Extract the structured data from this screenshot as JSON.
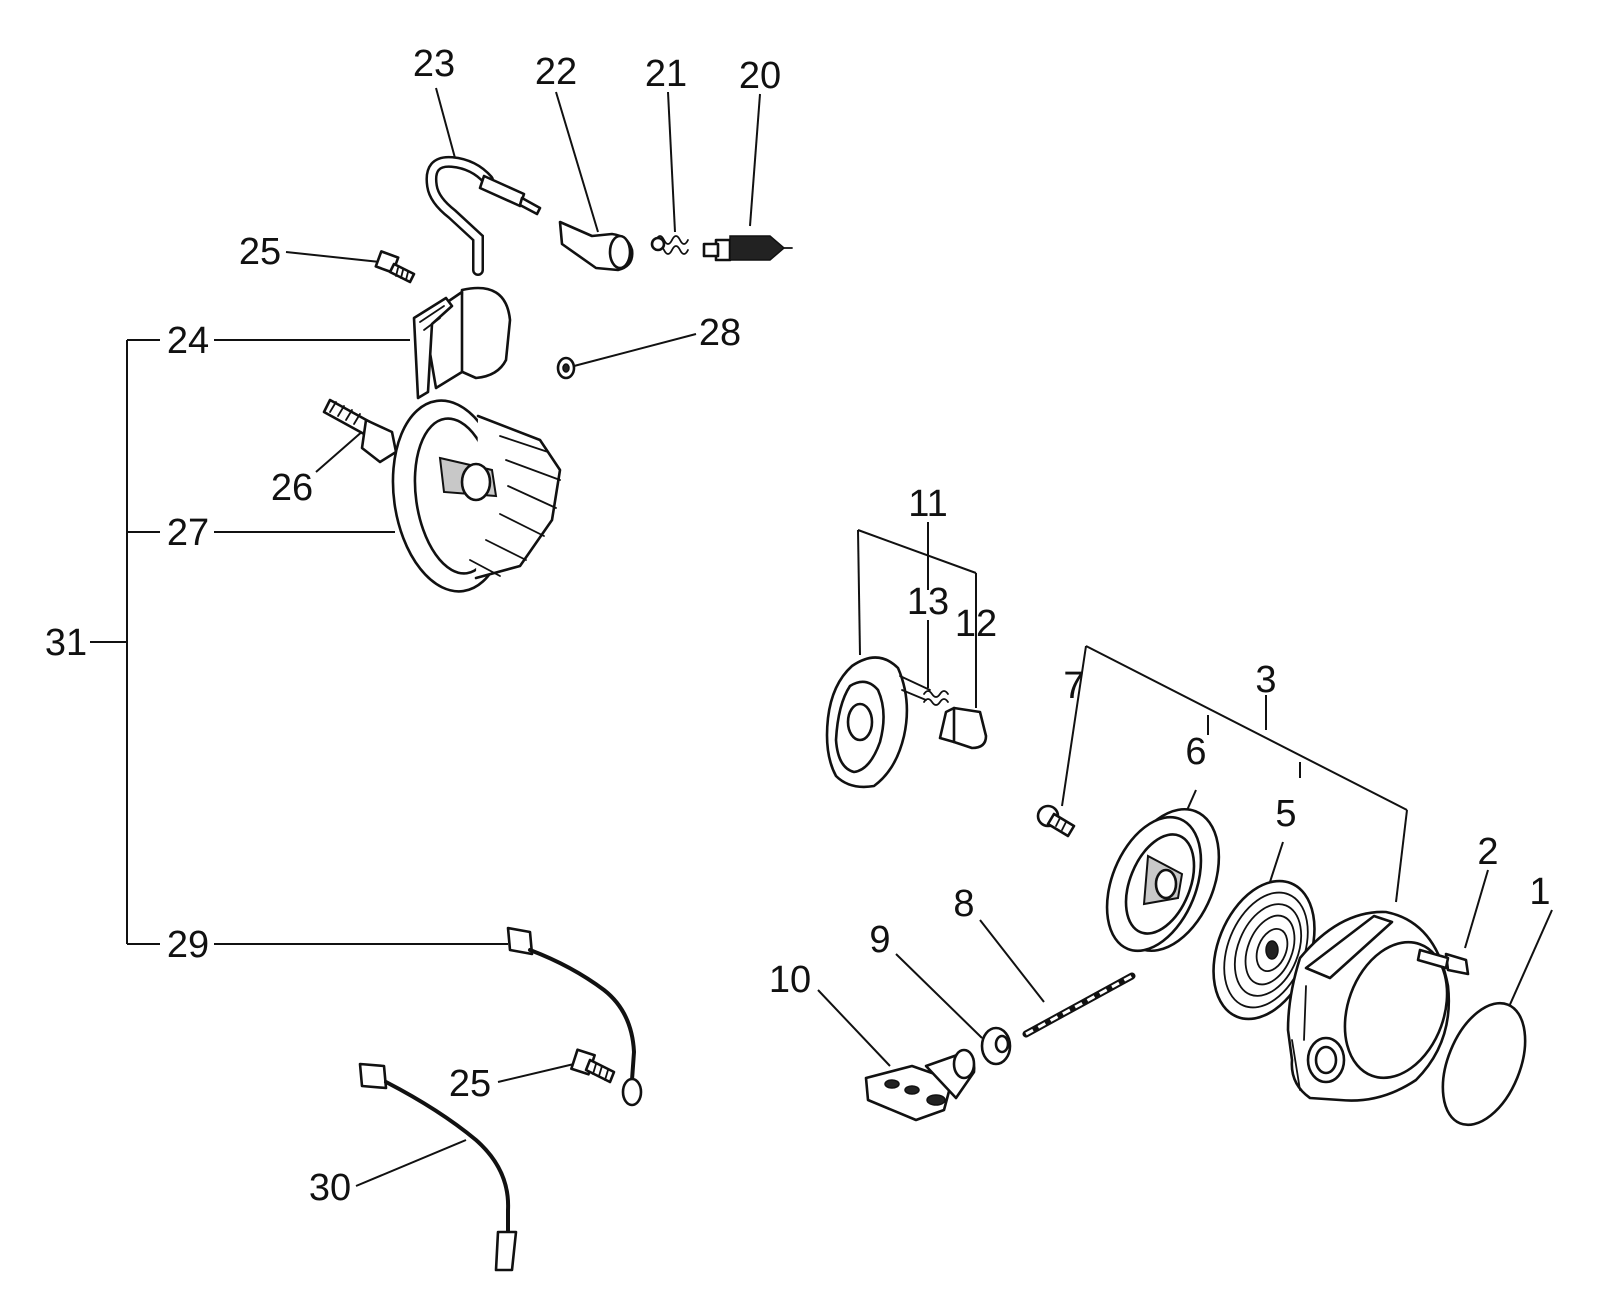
{
  "labels": {
    "p1": "1",
    "p2": "2",
    "p3": "3",
    "p5": "5",
    "p6": "6",
    "p7": "7",
    "p8": "8",
    "p9": "9",
    "p10": "10",
    "p11": "11",
    "p12": "12",
    "p13": "13",
    "p20": "20",
    "p21": "21",
    "p22": "22",
    "p23": "23",
    "p24": "24",
    "p25a": "25",
    "p25b": "25",
    "p26": "26",
    "p27": "27",
    "p28": "28",
    "p29": "29",
    "p30": "30",
    "p31": "31"
  }
}
